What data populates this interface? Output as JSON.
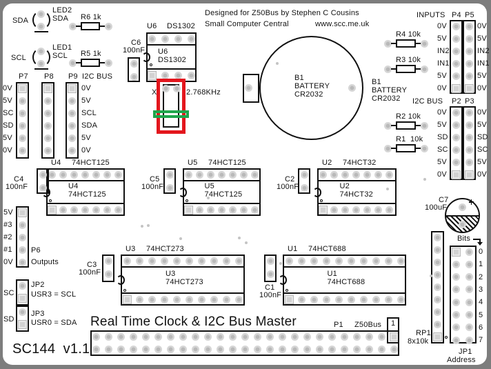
{
  "board": {
    "title": "Real Time Clock & I2C Bus Master",
    "model": "SC144  v1.1",
    "credit": "Designed for Z50Bus by Stephen C Cousins",
    "org": "Small Computer Central",
    "url": "www.scc.me.uk"
  },
  "led2": {
    "net": "SDA",
    "ref": "LED2",
    "label": "SDA"
  },
  "led1": {
    "net": "SCL",
    "ref": "LED1",
    "label": "SCL"
  },
  "resistors": {
    "r6": "R6 1k",
    "r5": "R5 1k",
    "r4": "R4 10k",
    "r3": "R3 10k",
    "r2": "R2 10k",
    "r1": "R1  10k"
  },
  "p7": {
    "ref": "P7",
    "pins": [
      "0V",
      "5V",
      "SC",
      "SD",
      "5V",
      "0V"
    ]
  },
  "p8": {
    "ref": "P8"
  },
  "p9": {
    "ref": "P9",
    "title": "I2C BUS",
    "pins": [
      "0V",
      "5V",
      "SCL",
      "SDA",
      "5V",
      "0V"
    ]
  },
  "c6": {
    "ref": "C6",
    "value": "100nF"
  },
  "c4": {
    "ref": "C4",
    "value": "100nF"
  },
  "c5": {
    "ref": "C5",
    "value": "100nF"
  },
  "c2": {
    "ref": "C2",
    "value": "100nF"
  },
  "c3": {
    "ref": "C3",
    "value": "100nF"
  },
  "c1": {
    "ref": "C1",
    "value": "100nF"
  },
  "c7": {
    "ref": "C7",
    "value": "100uF"
  },
  "u6": {
    "ref": "U6",
    "part": "DS1302"
  },
  "u4": {
    "ref": "U4",
    "part": "74HCT125"
  },
  "u5": {
    "ref": "U5",
    "part": "74HCT125"
  },
  "u2": {
    "ref": "U2",
    "part": "74HCT32"
  },
  "u3": {
    "ref": "U3",
    "part": "74HCT273"
  },
  "u1": {
    "ref": "U1",
    "part": "74HCT688"
  },
  "x1": {
    "ref": "X",
    "freq": "2.768KHz"
  },
  "highlight": {
    "red": "#e3161d",
    "green": "#1ea64b"
  },
  "b1": {
    "ref": "B1",
    "type": "BATTERY",
    "part": "CR2032"
  },
  "p4p5": {
    "title": "INPUTS",
    "refs": [
      "P4",
      "P5"
    ],
    "pins": [
      "0V",
      "5V",
      "IN2",
      "IN1",
      "5V",
      "0V"
    ]
  },
  "p2p3": {
    "title": "I2C BUS",
    "refs": [
      "P2",
      "P3"
    ],
    "pins": [
      "0V",
      "5V",
      "SD",
      "SC",
      "5V",
      "0V"
    ]
  },
  "p6": {
    "ref": "P6",
    "title": "Outputs",
    "pins": [
      "5V",
      "#3",
      "#2",
      "#1",
      "0V"
    ]
  },
  "jp2": {
    "ref": "JP2",
    "net": "SC",
    "desc": "USR3 = SCL"
  },
  "jp3": {
    "ref": "JP3",
    "net": "SD",
    "desc": "USR0 = SDA"
  },
  "p1": {
    "ref": "P1",
    "bus": "Z50Bus",
    "pin1": "1"
  },
  "rp1": {
    "ref": "RP1",
    "value": "8x10k"
  },
  "jp1": {
    "ref": "JP1",
    "title": "Address",
    "bits_label": "Bits",
    "bits": [
      "0",
      "1",
      "2",
      "3",
      "4",
      "5",
      "6",
      "7"
    ]
  }
}
